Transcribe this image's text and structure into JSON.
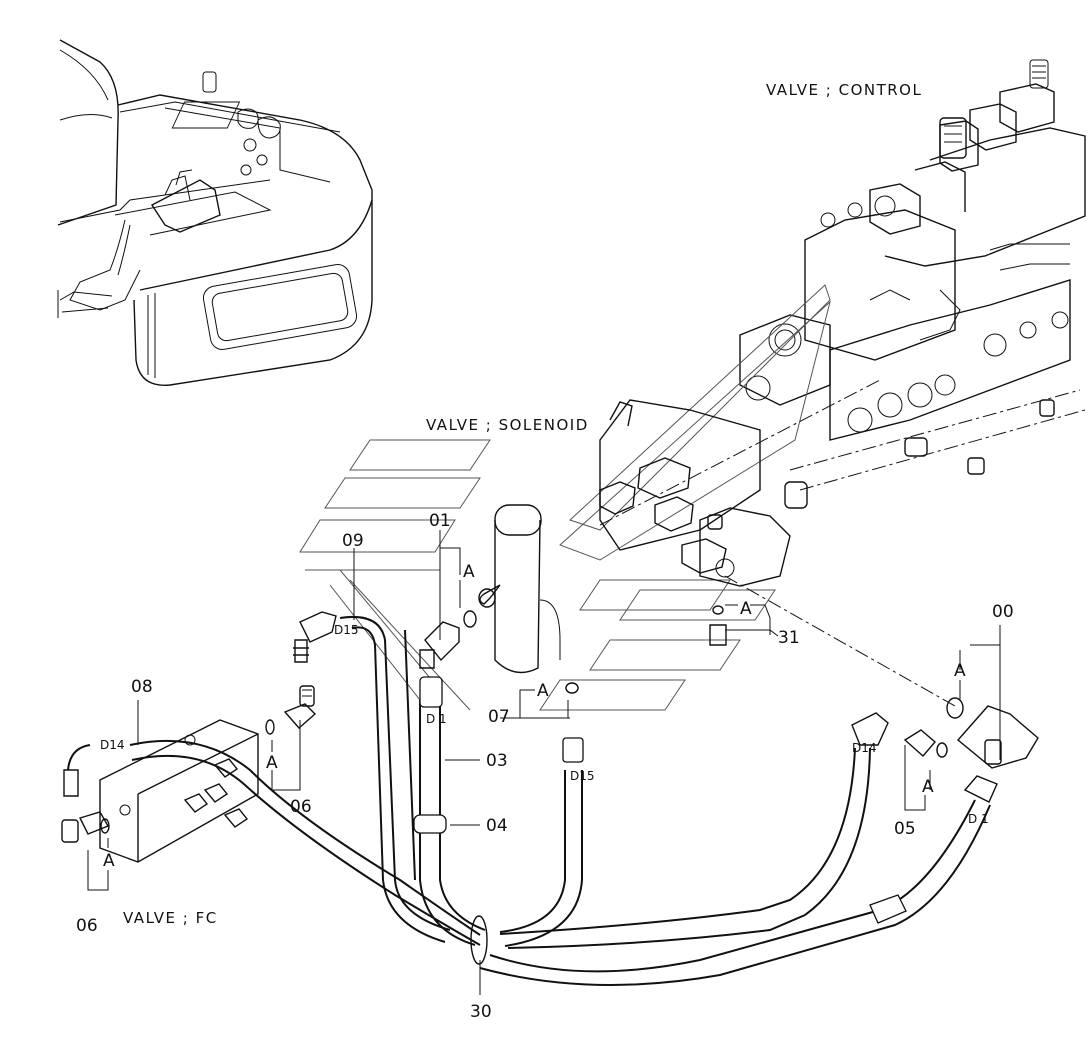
{
  "titles": {
    "control_valve": "VALVE ; CONTROL",
    "solenoid_valve": "VALVE ; SOLENOID",
    "fc_valve": "VALVE ; FC"
  },
  "part_numbers": {
    "p00": "00",
    "p01": "01",
    "p03": "03",
    "p04": "04",
    "p05": "05",
    "p06_right": "06",
    "p06_left": "06",
    "p07": "07",
    "p08": "08",
    "p09": "09",
    "p30": "30",
    "p31": "31"
  },
  "callouts": {
    "a_01": "A",
    "a_31": "A",
    "a_07": "A",
    "a_00": "A",
    "a_05": "A",
    "a_06_right": "A",
    "a_06_left": "A"
  },
  "hose_markings": {
    "d15_09": "D15",
    "d1_03": "D 1",
    "d15_lower": "D15",
    "d14_08": "D14",
    "d14_right": "D14",
    "d1_right": "D 1"
  }
}
